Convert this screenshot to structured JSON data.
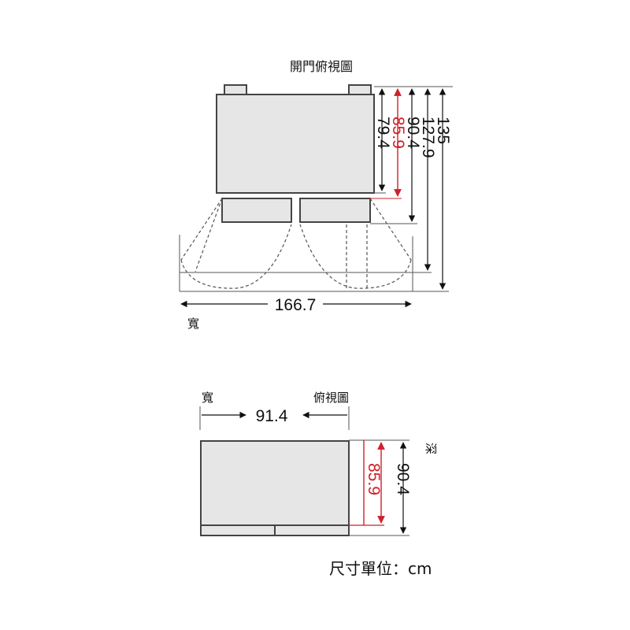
{
  "top_view": {
    "title": "開門俯視圖",
    "width_label": "寬",
    "width_value": "166.7",
    "depth_values": [
      {
        "value": "79.4",
        "highlight": false
      },
      {
        "value": "85.9",
        "highlight": true
      },
      {
        "value": "90.4",
        "highlight": false
      },
      {
        "value": "127.9",
        "highlight": false
      },
      {
        "value": "135",
        "highlight": false
      }
    ]
  },
  "bottom_view": {
    "width_label": "寬",
    "title": "俯視圖",
    "width_value": "91.4",
    "depth_label": "深",
    "depth_values": [
      {
        "value": "85.9",
        "highlight": true
      },
      {
        "value": "90.4",
        "highlight": false
      }
    ]
  },
  "unit_note": "尺寸單位：cm",
  "colors": {
    "highlight": "#d0202a",
    "ink": "#111111",
    "fill": "#e6e6e6",
    "stroke": "#444444"
  }
}
